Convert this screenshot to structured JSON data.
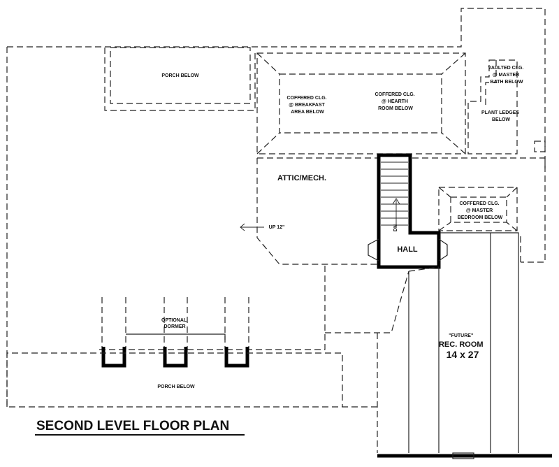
{
  "labels": {
    "porch_top": "PORCH BELOW",
    "coffered_breakfast": [
      "COFFERED CLG.",
      "@ BREAKFAST",
      "AREA BELOW"
    ],
    "coffered_hearth": [
      "COFFERED CLG.",
      "@ HEARTH",
      "ROOM BELOW"
    ],
    "vaulted_bath": [
      "VAULTED CLG.",
      "@ MASTER",
      "BATH BELOW"
    ],
    "plant_ledges": [
      "PLANT LEDGES",
      "BELOW"
    ],
    "attic": "ATTIC/MECH.",
    "coffered_master": [
      "COFFERED CLG.",
      "@ MASTER",
      "BEDROOM BELOW"
    ],
    "up": "UP 12\"",
    "stair_dn": "DN",
    "hall": "HALL",
    "optional_dormer": [
      "OPTIONAL",
      "DORMER"
    ],
    "porch_bottom": "PORCH BELOW",
    "rec_room": [
      "\"FUTURE\"",
      "REC. ROOM",
      "14 x 27"
    ],
    "title": "SECOND LEVEL FLOOR PLAN"
  }
}
